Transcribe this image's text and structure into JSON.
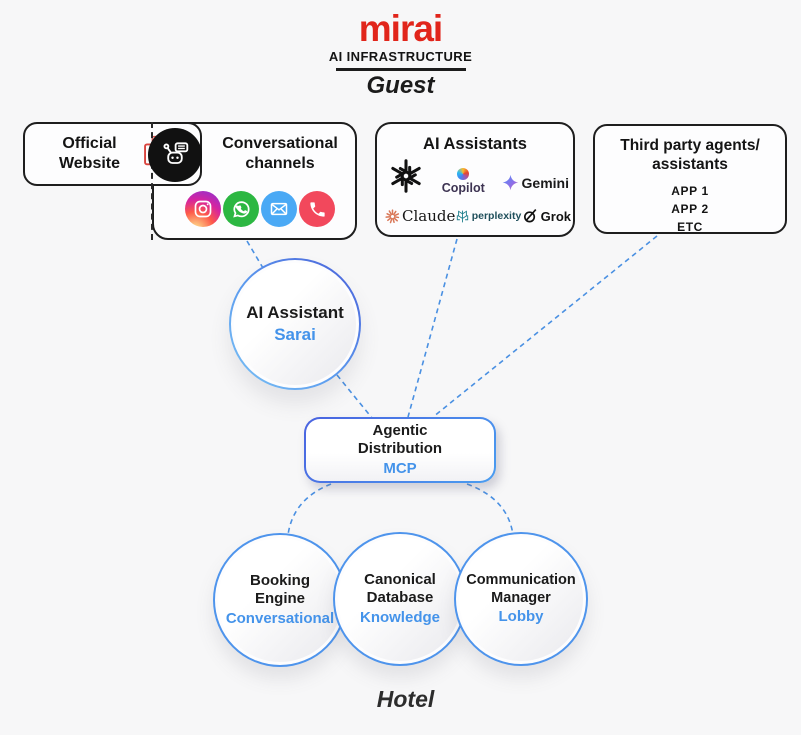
{
  "header": {
    "brand": "mirai",
    "tagline": "AI INFRASTRUCTURE"
  },
  "labels": {
    "guest": "Guest",
    "hotel": "Hotel"
  },
  "official_website": {
    "title": "Official Website",
    "icon": "devices-icon"
  },
  "conversational_channels": {
    "title": "Conversational channels",
    "icons": [
      "robot-icon",
      "instagram-icon",
      "whatsapp-icon",
      "email-icon",
      "phone-icon"
    ]
  },
  "ai_assistants": {
    "title": "AI Assistants",
    "logos": [
      {
        "icon": "openai-icon",
        "label": ""
      },
      {
        "icon": "copilot-icon",
        "label": "Copilot"
      },
      {
        "icon": "gemini-icon",
        "label": "Gemini"
      },
      {
        "icon": "claude-icon",
        "label": "Claude"
      },
      {
        "icon": "perplexity-icon",
        "label": "perplexity"
      },
      {
        "icon": "grok-icon",
        "label": "Grok"
      }
    ]
  },
  "third_party": {
    "title_line1": "Third party agents/",
    "title_line2": "assistants",
    "items": [
      "APP 1",
      "APP 2",
      "ETC"
    ]
  },
  "nodes": {
    "sarai": {
      "title": "AI Assistant",
      "subtitle": "Sarai"
    },
    "agentic": {
      "title": "Agentic Distribution",
      "subtitle": "MCP"
    },
    "booking": {
      "title": "Booking Engine",
      "subtitle": "Conversational"
    },
    "canonical": {
      "title": "Canonical Database",
      "subtitle": "Knowledge"
    },
    "communication": {
      "title": "Communication Manager",
      "subtitle": "Lobby"
    }
  },
  "colors": {
    "brand_red": "#E1251B",
    "accent_blue": "#4493EA",
    "connector_blue": "#4A90E2",
    "box_border": "#1E1E1E",
    "whatsapp_green": "#2CB742",
    "email_blue": "#4AA9F5",
    "phone_red": "#F2485C",
    "claude_orange": "#D97757",
    "perplexity_teal": "#20808D",
    "background": "#F7F7F8"
  }
}
